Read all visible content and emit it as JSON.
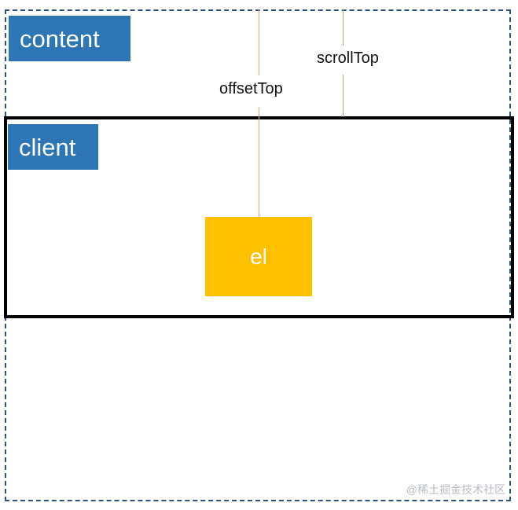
{
  "diagram": {
    "content_label": "content",
    "client_label": "client",
    "element_label": "el",
    "offset_top_label": "offsetTop",
    "scroll_top_label": "scrollTop"
  },
  "watermark": "@稀土掘金技术社区",
  "colors": {
    "content_frame": "#2f4f7f",
    "client_frame": "#000000",
    "label_blue": "#2e75b6",
    "element_yellow": "#ffc000",
    "offset_line": "#e8a070",
    "scroll_line": "#8db36e"
  }
}
